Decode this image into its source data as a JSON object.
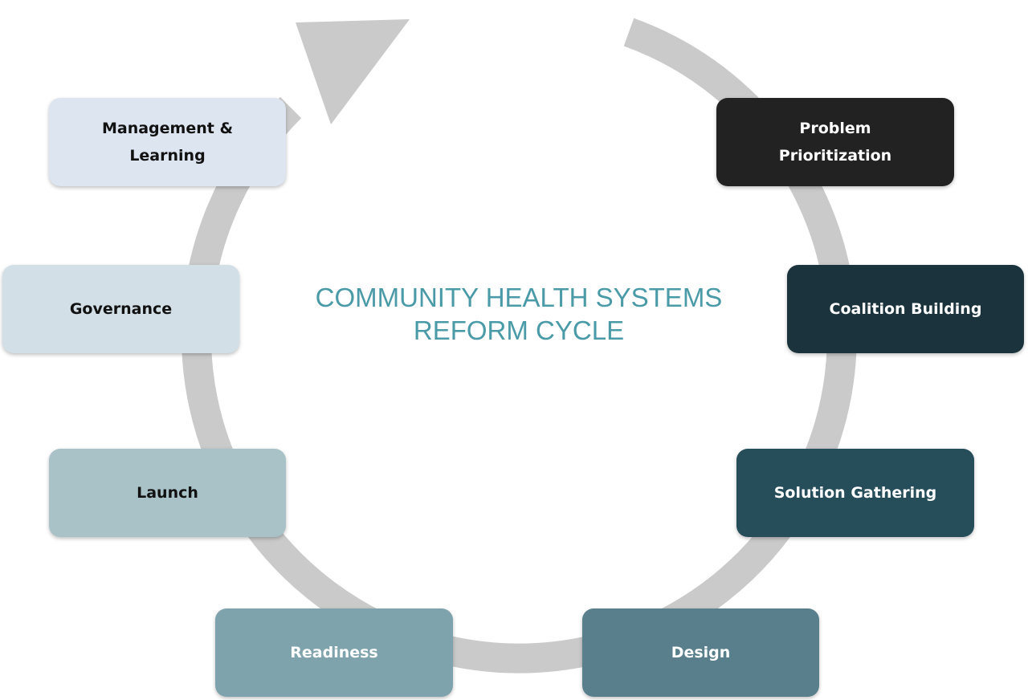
{
  "title": {
    "line1": "COMMUNITY HEALTH SYSTEMS",
    "line2": "REFORM CYCLE"
  },
  "colors": {
    "ring": "#cacaca",
    "title": "#4a9aa8"
  },
  "stages": [
    {
      "label": "Problem Prioritization",
      "bg": "#222222",
      "fg": "#ffffff"
    },
    {
      "label": "Coalition Building",
      "bg": "#1b333c",
      "fg": "#ffffff"
    },
    {
      "label": "Solution Gathering",
      "bg": "#264d5a",
      "fg": "#ffffff"
    },
    {
      "label": "Design",
      "bg": "#587f8b",
      "fg": "#ffffff"
    },
    {
      "label": "Readiness",
      "bg": "#7fa3ac",
      "fg": "#ffffff"
    },
    {
      "label": "Launch",
      "bg": "#a9c2c8",
      "fg": "#111111"
    },
    {
      "label": "Governance",
      "bg": "#d3dfe6",
      "fg": "#111111"
    },
    {
      "label": "Management & Learning",
      "bg": "#dde5f0",
      "fg": "#111111"
    }
  ]
}
